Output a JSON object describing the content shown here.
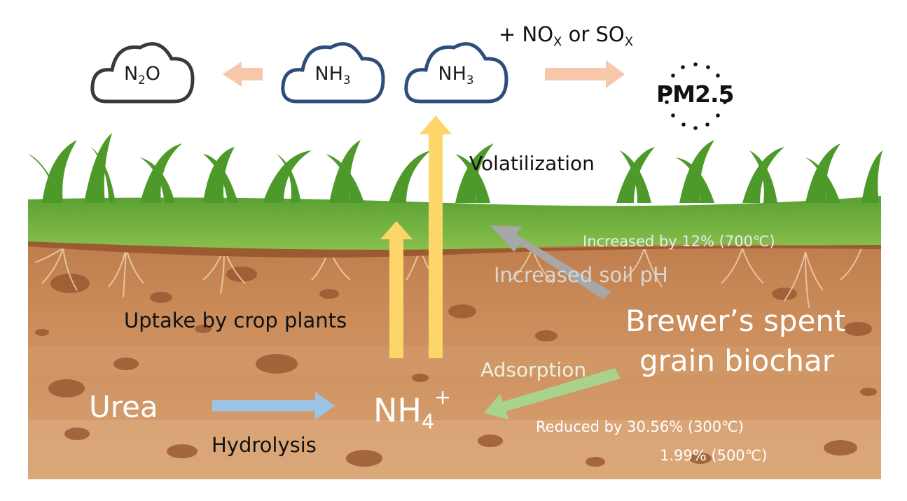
{
  "clouds": {
    "n2o": {
      "main": "N",
      "sub": "2",
      "tail": "O"
    },
    "nh3_left": {
      "main": "NH",
      "sub": "3"
    },
    "nh3_right": {
      "main": "NH",
      "sub": "3"
    }
  },
  "nox_sox": {
    "prefix": "+ NO",
    "sub1": "X",
    "mid": " or SO",
    "sub2": "X"
  },
  "pm25": "PM2.5",
  "labels": {
    "volatilization": "Volatilization",
    "increased_by": "Increased by 12% (700℃)",
    "increased_soil_ph": "Increased soil pH",
    "uptake": "Uptake by crop plants",
    "biochar_line1": "Brewer’s spent",
    "biochar_line2": "grain biochar",
    "adsorption": "Adsorption",
    "urea": "Urea",
    "nh4_main": "NH",
    "nh4_sub": "4",
    "nh4_sup": "+",
    "hydrolysis": "Hydrolysis",
    "reduced_line1": "Reduced by 30.56% (300℃)",
    "reduced_line2": "1.99% (500℃)"
  },
  "colors": {
    "arrow_salmon": "#f6c7aa",
    "arrow_yellow": "#fdd66a",
    "arrow_blue": "#9cc3e6",
    "arrow_green": "#a9d28c",
    "arrow_gray": "#a7a7a7",
    "cloud_dark": "#3a3a3a",
    "cloud_blue": "#2d4d7c",
    "grass": "#6cae3e",
    "soil": "#c98b5a"
  }
}
